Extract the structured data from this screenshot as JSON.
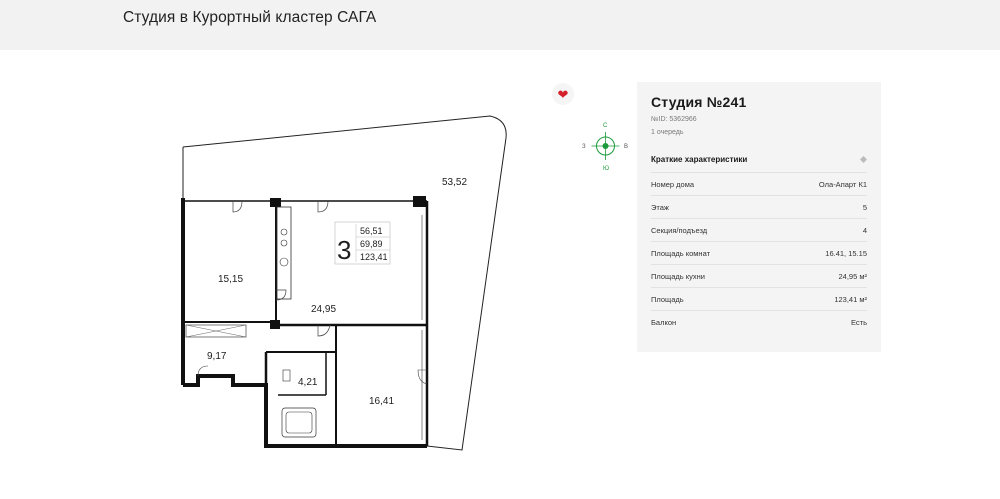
{
  "header": {
    "title": "Студия в Курортный кластер САГА"
  },
  "plan": {
    "rooms_count": "3",
    "areas": [
      "56,51",
      "69,89",
      "123,41"
    ],
    "room_labels": [
      "53,52",
      "15,15",
      "24,95",
      "9,17",
      "4,21",
      "16,41"
    ]
  },
  "compass": {
    "north": "С",
    "south": "Ю",
    "west": "З",
    "east": "В"
  },
  "card": {
    "title": "Студия №241",
    "id_text": "№ID: 5362966",
    "queue": "1 очередь",
    "section_title": "Краткие характеристики",
    "rows": [
      {
        "label": "Номер дома",
        "value": "Ола-Апарт К1"
      },
      {
        "label": "Этаж",
        "value": "5"
      },
      {
        "label": "Секция/подъезд",
        "value": "4"
      },
      {
        "label": "Площадь комнат",
        "value": "16.41, 15.15"
      },
      {
        "label": "Площадь кухни",
        "value": "24,95 м²"
      },
      {
        "label": "Площадь",
        "value": "123,41 м²"
      },
      {
        "label": "Балкон",
        "value": "Есть"
      }
    ]
  },
  "colors": {
    "accent": "#d4202a",
    "compass": "#1a9a3a"
  },
  "icons": {
    "favorite": "heart-icon",
    "compass": "compass-icon",
    "collapse": "diamond-icon"
  }
}
